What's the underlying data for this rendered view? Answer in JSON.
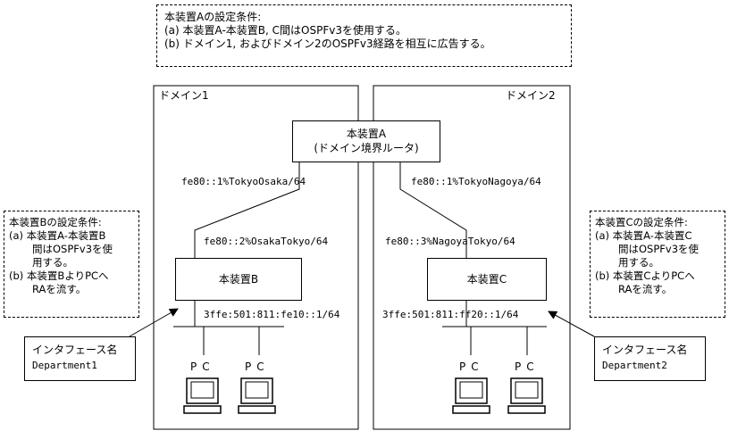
{
  "top_note": {
    "title": "本装置Aの設定条件:",
    "lines": [
      "(a) 本装置A-本装置B, C間はOSPFv3を使用する。",
      "(b) ドメイン1, およびドメイン2のOSPFv3経路を相互に広告する。"
    ]
  },
  "domain1": {
    "label": "ドメイン1"
  },
  "domain2": {
    "label": "ドメイン2"
  },
  "router_a": {
    "name": "本装置A",
    "role": "(ドメイン境界ルータ)"
  },
  "router_b": {
    "name": "本装置B"
  },
  "router_c": {
    "name": "本装置C"
  },
  "links": {
    "a_osaka": "fe80::1%TokyoOsaka/64",
    "a_nagoya": "fe80::1%TokyoNagoya/64",
    "b_upstream": "fe80::2%OsakaTokyo/64",
    "c_upstream": "fe80::3%NagoyaTokyo/64",
    "b_lan": "3ffe:501:811:fe10::1/64",
    "c_lan": "3ffe:501:811:ff20::1/64"
  },
  "note_b": {
    "title": "本装置Bの設定条件:",
    "lines": [
      "(a) 本装置A-本装置B",
      "間はOSPFv3を使",
      "用する。",
      "(b) 本装置BよりPCへ",
      "RAを流す。"
    ]
  },
  "note_c": {
    "title": "本装置Cの設定条件:",
    "lines": [
      "(a) 本装置A-本装置C",
      "間はOSPFv3を使",
      "用する。",
      "(b) 本装置CよりPCへ",
      "RAを流す。"
    ]
  },
  "iface_b": {
    "label": "インタフェース名",
    "name": "Department1"
  },
  "iface_c": {
    "label": "インタフェース名",
    "name": "Department2"
  },
  "pc_label": "PC"
}
